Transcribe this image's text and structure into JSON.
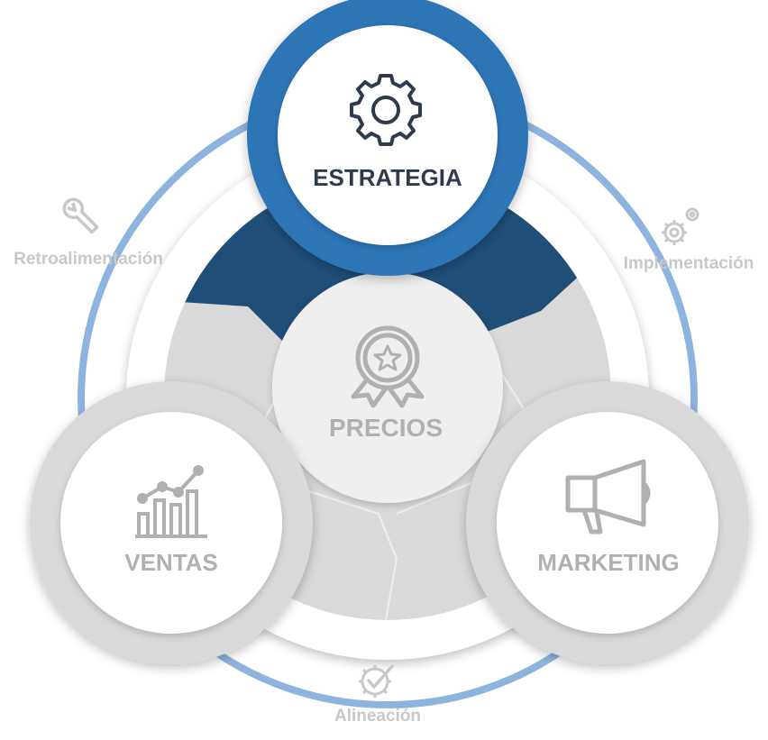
{
  "center": {
    "label": "PRECIOS",
    "icon": "award-ribbon-icon"
  },
  "nodes": {
    "top": {
      "label": "ESTRATEGIA",
      "icon": "gear-icon"
    },
    "left": {
      "label": "VENTAS",
      "icon": "growth-chart-icon"
    },
    "right": {
      "label": "MARKETING",
      "icon": "megaphone-icon"
    }
  },
  "stages": {
    "left": {
      "label": "Retroalimentación",
      "icon": "wrench-icon"
    },
    "right": {
      "label": "Implementación",
      "icon": "gears-icon"
    },
    "bottom": {
      "label": "Alineación",
      "icon": "gear-check-icon"
    }
  },
  "colors": {
    "active_blue": "#2e75b6",
    "active_navy": "#1f4e79",
    "outer_ring": "#8db4de",
    "inactive_ring": "#d9d9d9",
    "inactive_text": "#a6a6a6",
    "active_text": "#2f3a4d"
  }
}
